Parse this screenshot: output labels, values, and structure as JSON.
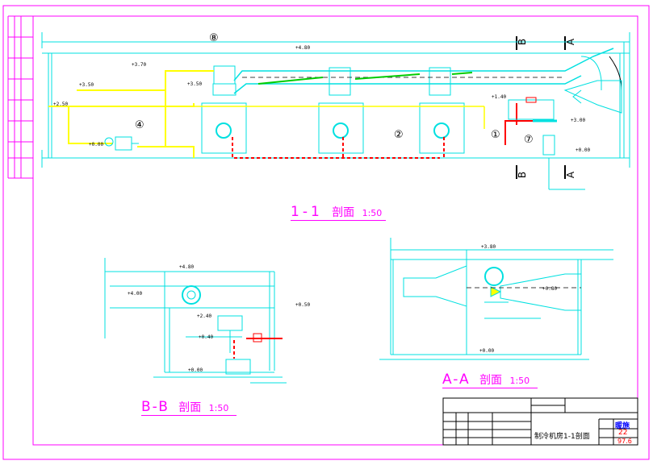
{
  "drawing": {
    "title_11": "1-1",
    "sub_11": "剖面",
    "scale_11": "1:50",
    "title_bb": "B-B",
    "sub_bb": "剖面",
    "scale_bb": "1:50",
    "title_aa": "A-A",
    "sub_aa": "剖面",
    "scale_aa": "1:50"
  },
  "callouts": {
    "c2": "②",
    "c4": "④",
    "c1": "①",
    "c7": "⑦",
    "c8": "⑧"
  },
  "section_marks": {
    "b_top": "B",
    "a_top": "A",
    "b_bottom": "B",
    "a_bottom": "A"
  },
  "elevations": {
    "e1": "+4.80",
    "e2": "+3.70",
    "e3": "+3.50",
    "e4": "+3.50",
    "e5": "+3.00",
    "e6": "+2.50",
    "e7": "+1.40",
    "e8": "+0.00",
    "e9": "+0.00",
    "bb1": "+4.80",
    "bb2": "+4.00",
    "bb3": "+2.40",
    "bb4": "+0.00",
    "bb5": "+0.40",
    "bb6": "+0.50",
    "aa1": "+3.80",
    "aa2": "+0.80",
    "aa3": "+0.00"
  },
  "title_block": {
    "drawing_name": "制冷机房1-1剖面",
    "code": "暖施",
    "sheet_no": "22",
    "year": "97.6"
  }
}
